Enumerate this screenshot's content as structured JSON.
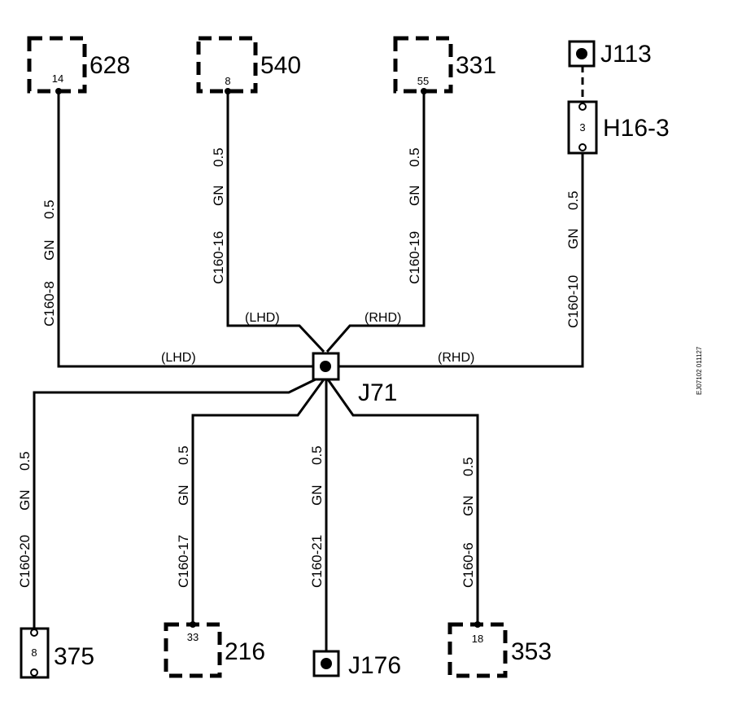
{
  "components": {
    "c628": {
      "name": "628",
      "pin": "14"
    },
    "c540": {
      "name": "540",
      "pin": "8"
    },
    "c331": {
      "name": "331",
      "pin": "55"
    },
    "j113": {
      "name": "J113"
    },
    "h163": {
      "name": "H16-3",
      "pin": "3"
    },
    "j71": {
      "name": "J71"
    },
    "c375": {
      "name": "375",
      "pin": "8"
    },
    "c216": {
      "name": "216",
      "pin": "33"
    },
    "j176": {
      "name": "J176"
    },
    "c353": {
      "name": "353",
      "pin": "18"
    }
  },
  "wires": {
    "w8": {
      "id": "C160-8",
      "color": "GN",
      "size": "0.5"
    },
    "w16": {
      "id": "C160-16",
      "color": "GN",
      "size": "0.5"
    },
    "w19": {
      "id": "C160-19",
      "color": "GN",
      "size": "0.5"
    },
    "w10": {
      "id": "C160-10",
      "color": "GN",
      "size": "0.5"
    },
    "w20": {
      "id": "C160-20",
      "color": "GN",
      "size": "0.5"
    },
    "w17": {
      "id": "C160-17",
      "color": "GN",
      "size": "0.5"
    },
    "w21": {
      "id": "C160-21",
      "color": "GN",
      "size": "0.5"
    },
    "w6": {
      "id": "C160-6",
      "color": "GN",
      "size": "0.5"
    }
  },
  "variants": {
    "lhd_top": "(LHD)",
    "rhd_top": "(RHD)",
    "lhd_mid": "(LHD)",
    "rhd_mid": "(RHD)"
  },
  "reference": "EJ07102  011127"
}
